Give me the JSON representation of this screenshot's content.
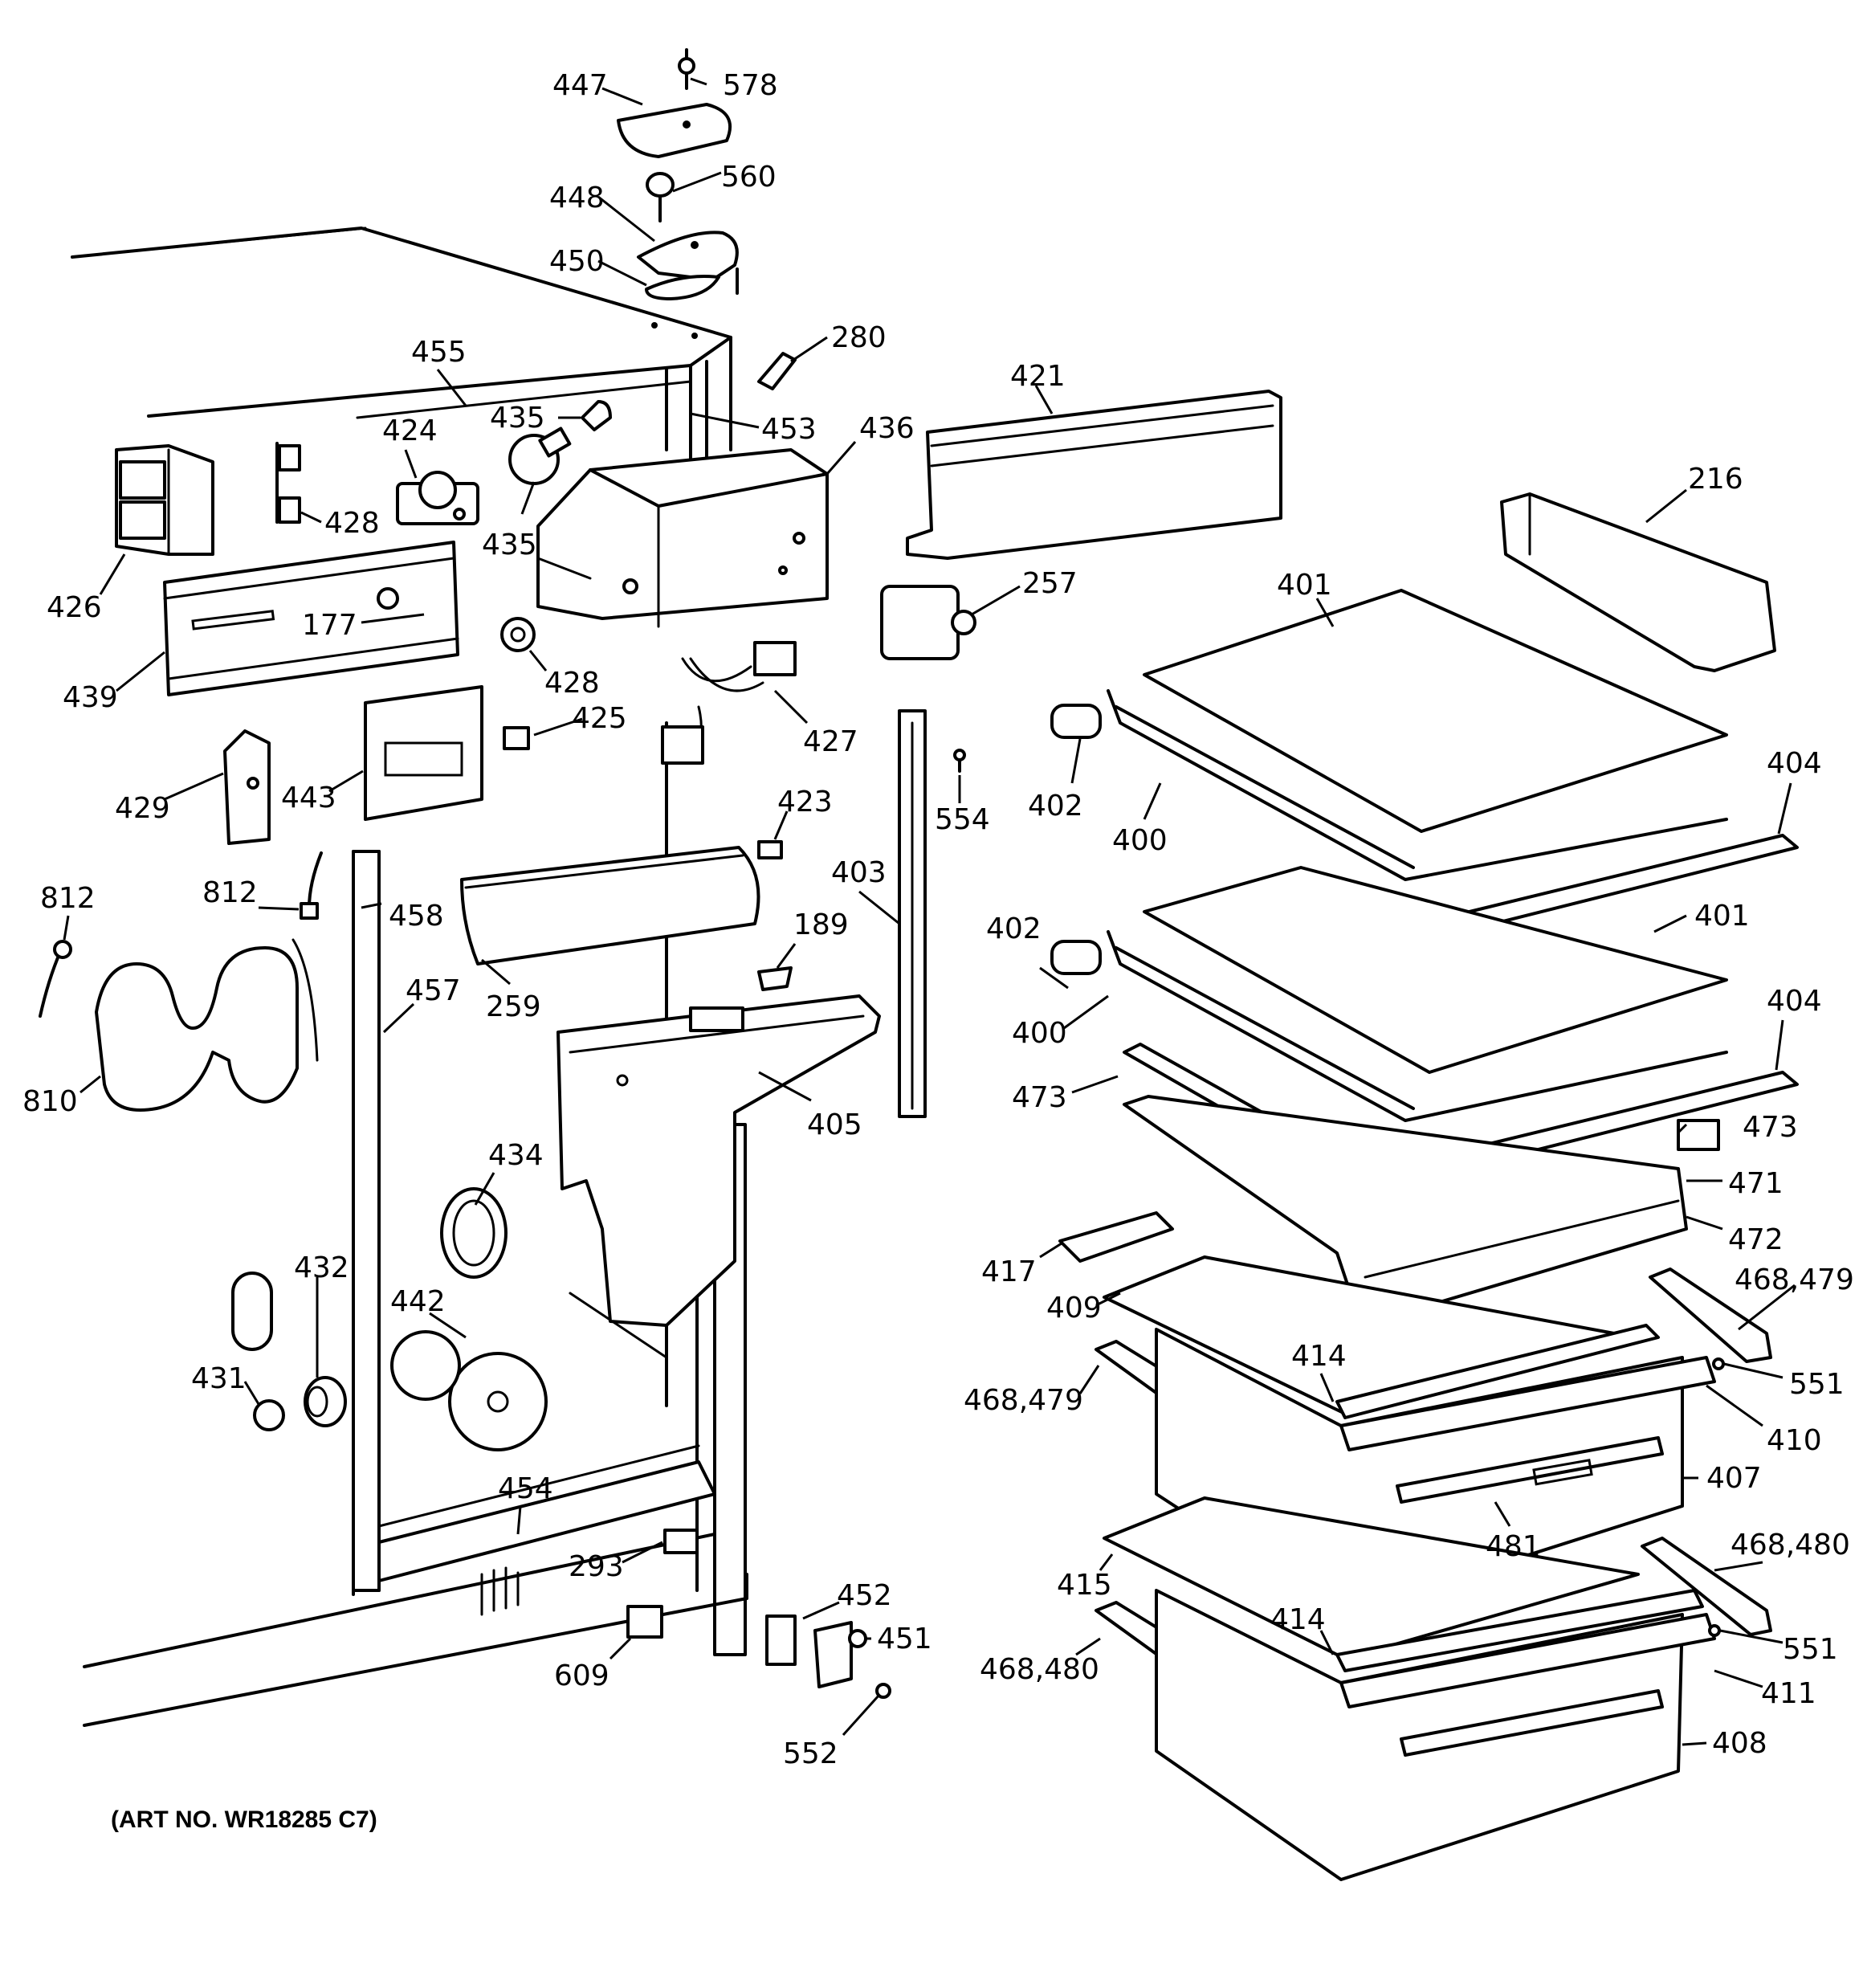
{
  "labels": {
    "l578": "578",
    "l447": "447",
    "l560": "560",
    "l448": "448",
    "l450": "450",
    "l280": "280",
    "l455": "455",
    "l421": "421",
    "l216": "216",
    "l435a": "435",
    "l453": "453",
    "l436": "436",
    "l424": "424",
    "l428a": "428",
    "l435b": "435",
    "l426": "426",
    "l177": "177",
    "l257": "257",
    "l401a": "401",
    "l439": "439",
    "l428b": "428",
    "l427": "427",
    "l425": "425",
    "l429": "429",
    "l443": "443",
    "l554": "554",
    "l402a": "402",
    "l400a": "400",
    "l404a": "404",
    "l423": "423",
    "l403": "403",
    "l812a": "812",
    "l812b": "812",
    "l458": "458",
    "l401b": "401",
    "l189": "189",
    "l402b": "402",
    "l457": "457",
    "l259": "259",
    "l404b": "404",
    "l400b": "400",
    "l810": "810",
    "l473a": "473",
    "l405": "405",
    "l473b": "473",
    "l434": "434",
    "l471": "471",
    "l472": "472",
    "l417": "417",
    "l468_479a": "468,479",
    "l409": "409",
    "l432": "432",
    "l442": "442",
    "l414a": "414",
    "l551a": "551",
    "l431": "431",
    "l468_479b": "468,479",
    "l410": "410",
    "l454": "454",
    "l407": "407",
    "l481": "481",
    "l468_480a": "468,480",
    "l293": "293",
    "l415": "415",
    "l452": "452",
    "l414b": "414",
    "l551b": "551",
    "l451": "451",
    "l609": "609",
    "l468_480b": "468,480",
    "l411": "411",
    "l408": "408",
    "l552": "552"
  },
  "footer": {
    "art_no": "(ART NO. WR18285 C7)"
  }
}
